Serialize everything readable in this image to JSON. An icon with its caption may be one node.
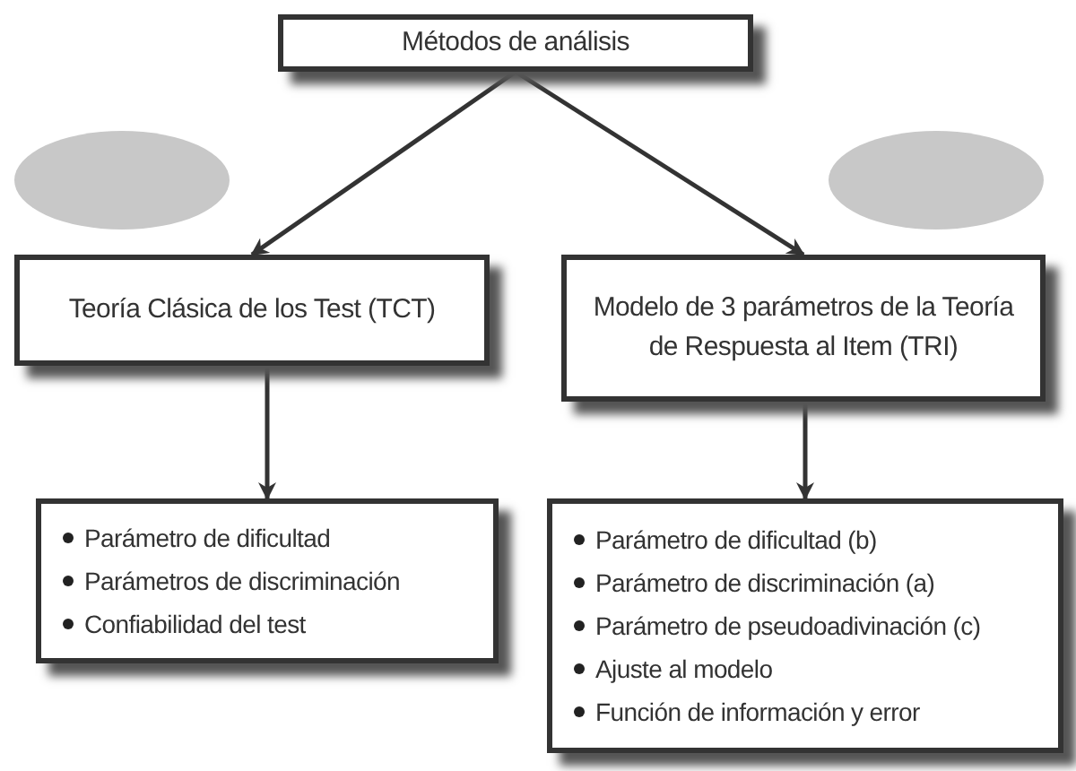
{
  "diagram": {
    "nodes": [
      {
        "text": [
          "Métodos de análisis"
        ]
      },
      {
        "text": [],
        "shape": "ellipse"
      },
      {
        "text": [],
        "shape": "ellipse"
      },
      {
        "text": [
          "Teoría Clásica de los Test (TCT)"
        ]
      },
      {
        "text": [
          "Modelo de 3 parámetros de la Teoría de Respuesta al Item (TRI)"
        ]
      },
      {
        "text": [
          "Parámetro de dificultad",
          "Parámetros de discriminación",
          "Confiabilidad del test"
        ]
      },
      {
        "text": [
          "Parámetro de dificultad (b)",
          "Parámetro de discriminación (a)",
          "Parámetro de pseudoadivinación (c)",
          "Ajuste al modelo",
          "Función de información y error"
        ]
      }
    ],
    "edges": [
      {
        "from": 0,
        "to": 3,
        "arrow": "to"
      },
      {
        "from": 0,
        "to": 4,
        "arrow": "to"
      },
      {
        "from": 3,
        "to": 5,
        "arrow": "to"
      },
      {
        "from": 4,
        "to": 6,
        "arrow": "to"
      }
    ]
  }
}
